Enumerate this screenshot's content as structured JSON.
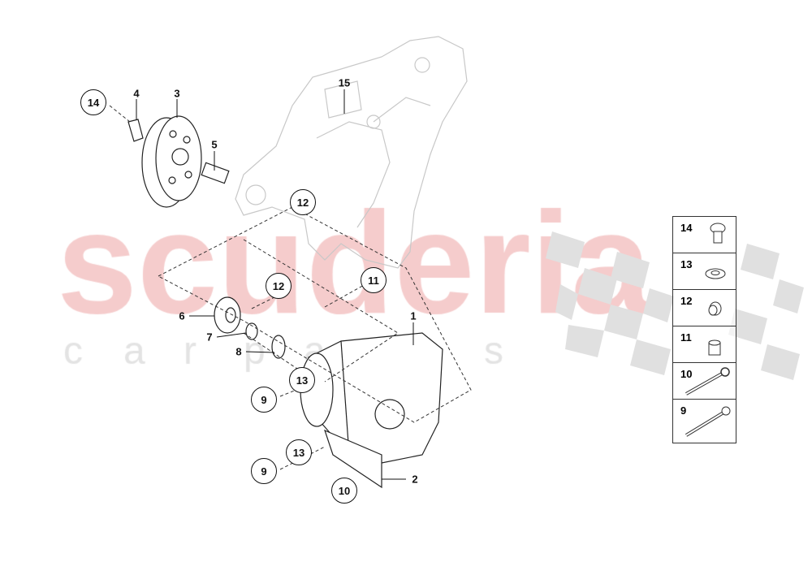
{
  "watermark": {
    "brand": "scuderia",
    "tagline": "car parts",
    "color": "#f5cccc"
  },
  "callouts": {
    "c14": "14",
    "l4": "4",
    "l3": "3",
    "l5": "5",
    "l15": "15",
    "c12a": "12",
    "c12b": "12",
    "c11": "11",
    "l6": "6",
    "l7": "7",
    "l8": "8",
    "l1": "1",
    "c13a": "13",
    "c9a": "9",
    "c13b": "13",
    "c9b": "9",
    "c10": "10",
    "l2": "2"
  },
  "legend": {
    "rows": [
      {
        "number": "14",
        "part": "bolt-icon"
      },
      {
        "number": "13",
        "part": "washer-icon"
      },
      {
        "number": "12",
        "part": "bushing-icon"
      },
      {
        "number": "11",
        "part": "sleeve-icon"
      },
      {
        "number": "10",
        "part": "long-bolt-icon"
      },
      {
        "number": "9",
        "part": "long-bolt-icon"
      }
    ]
  }
}
